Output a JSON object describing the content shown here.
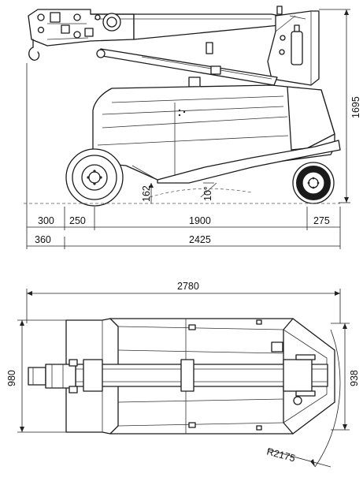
{
  "side_view": {
    "dimensions": {
      "height": "1695",
      "rear_overhang": "300",
      "rear_wheel_offset": "250",
      "wheelbase": "1900",
      "front_overhang": "275",
      "outrigger_offset": "360",
      "total_length": "2425",
      "ground_clearance": "162",
      "ramp_angle": "10°"
    }
  },
  "top_view": {
    "dimensions": {
      "boom_length": "2780",
      "body_width": "980",
      "front_width": "938",
      "turn_radius": "R2175"
    }
  }
}
